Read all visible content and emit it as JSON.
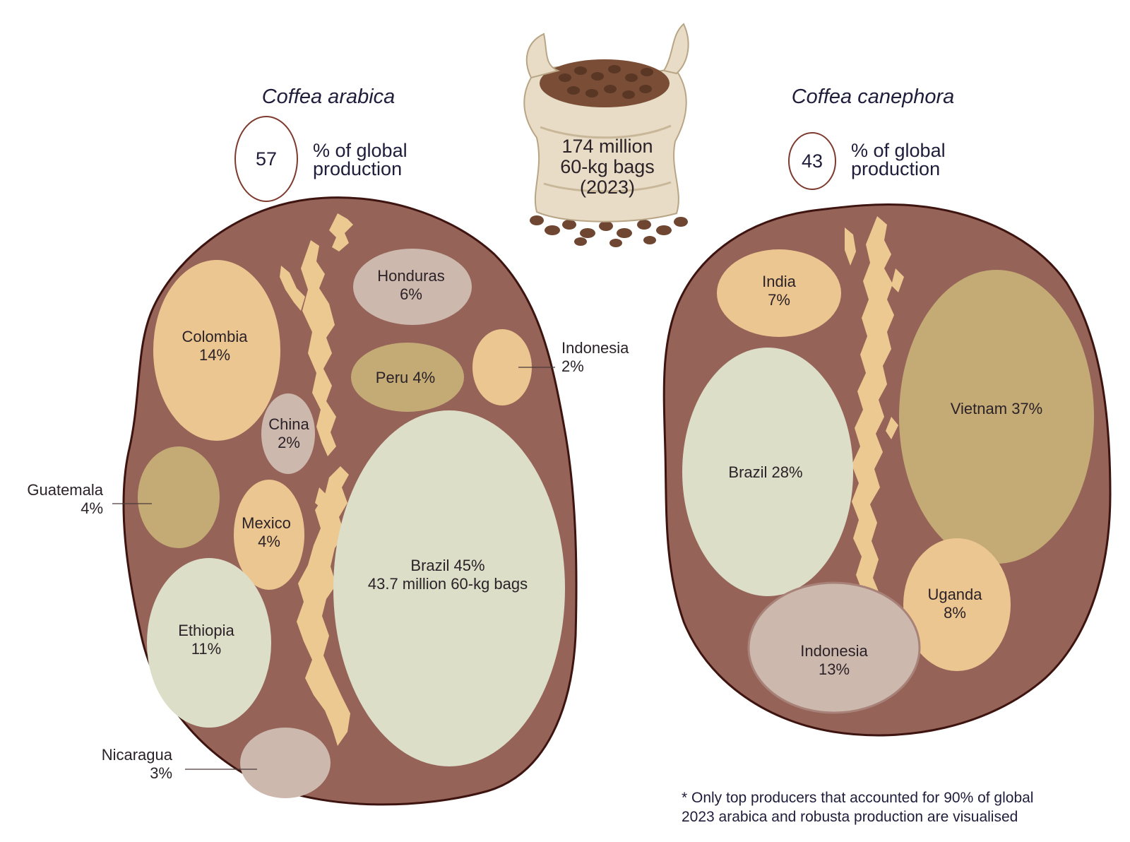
{
  "center": {
    "lines": [
      "174 million",
      "60-kg bags",
      "(2023)"
    ]
  },
  "arabica": {
    "title": "Coffea arabica",
    "share_value": "57",
    "share_lines": [
      "% of global",
      "production"
    ],
    "countries": [
      {
        "name": "Colombia",
        "value": "14%"
      },
      {
        "name": "Honduras",
        "value": "6%"
      },
      {
        "name": "Peru",
        "value": "4%"
      },
      {
        "name": "Indonesia",
        "value": "2%"
      },
      {
        "name": "China",
        "value": "2%"
      },
      {
        "name": "Guatemala",
        "value": "4%"
      },
      {
        "name": "Mexico",
        "value": "4%"
      },
      {
        "name": "Brazil",
        "value": "45%",
        "extra": "43.7 million 60-kg bags"
      },
      {
        "name": "Ethiopia",
        "value": "11%"
      },
      {
        "name": "Nicaragua",
        "value": "3%"
      }
    ]
  },
  "canephora": {
    "title": "Coffea canephora",
    "share_value": "43",
    "share_lines": [
      "% of global",
      "production"
    ],
    "countries": [
      {
        "name": "India",
        "value": "7%"
      },
      {
        "name": "Vietnam",
        "value": "37%"
      },
      {
        "name": "Brazil",
        "value": "28%"
      },
      {
        "name": "Uganda",
        "value": "8%"
      },
      {
        "name": "Indonesia",
        "value": "13%"
      }
    ]
  },
  "footnote": {
    "lines": [
      "* Only top producers that accounted for 90% of global",
      "2023 arabica and robusta production are visualised"
    ]
  },
  "colors": {
    "bean": "#956358",
    "bean_outline": "#3d1410",
    "crack": "#ecc990",
    "peach": "#ecc690",
    "pink": "#cdb8ae",
    "olive": "#c4ab76",
    "sage": "#dcdec8",
    "share_ring": "#7d3b30"
  }
}
